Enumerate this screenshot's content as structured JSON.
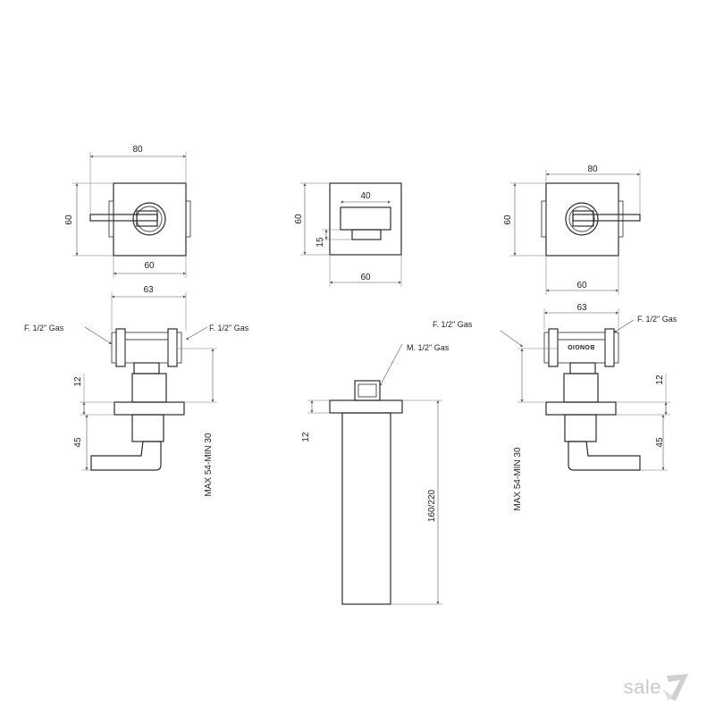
{
  "dimensions": {
    "left_width_top": "80",
    "left_height": "60",
    "left_width_bottom": "60",
    "left_body_width": "63",
    "left_inlet_left": "F. 1/2\" Gas",
    "left_inlet_right": "F. 1/2\" Gas",
    "left_flange": "12",
    "left_handle": "45",
    "left_wall": "MAX 54-MIN 30",
    "center_height": "60",
    "center_width_top": "40",
    "center_spout_height": "15",
    "center_width_bottom": "60",
    "center_inlet": "M. 1/2\" Gas",
    "center_flange": "12",
    "center_spout_length": "160/220",
    "right_width_top": "80",
    "right_height": "60",
    "right_width_bottom": "60",
    "right_body_width": "63",
    "right_inlet_left": "F. 1/2\" Gas",
    "right_inlet_right": "F. 1/2\" Gas",
    "right_flange": "12",
    "right_handle": "45",
    "right_wall": "MAX 54-MIN 30"
  },
  "brand_mark": "BONGIO",
  "watermark": "sale"
}
